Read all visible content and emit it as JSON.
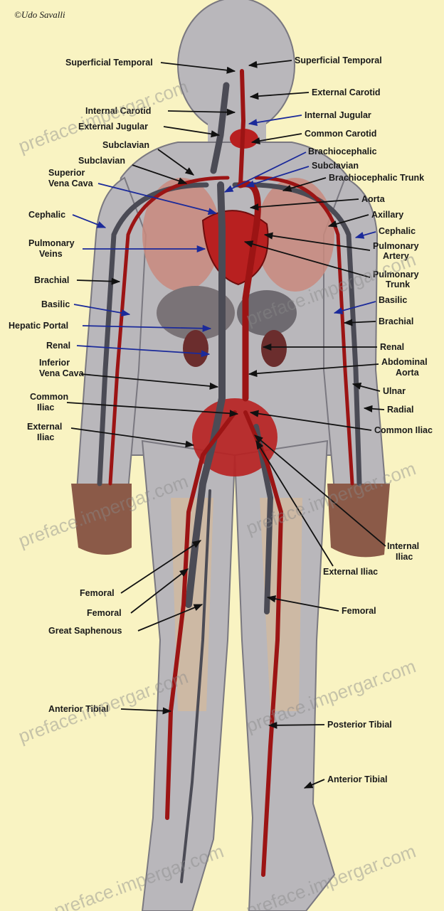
{
  "credit": "©Udo Savalli",
  "watermark": "preface.impergar.com",
  "colors": {
    "background": "#f9f3c2",
    "artery": "#9c1414",
    "vein": "#4b4b55",
    "skin": "#b9b7bb",
    "heart": "#b82020"
  },
  "left_labels": {
    "superficial_temporal": "Superficial Temporal",
    "internal_carotid": "Internal Carotid",
    "external_jugular": "External Jugular",
    "subclavian_1": "Subclavian",
    "subclavian_2": "Subclavian",
    "superior_vena_cava_1": "Superior",
    "superior_vena_cava_2": "Vena Cava",
    "cephalic": "Cephalic",
    "pulmonary_veins_1": "Pulmonary",
    "pulmonary_veins_2": "Veins",
    "brachial": "Brachial",
    "basilic": "Basilic",
    "hepatic_portal": "Hepatic Portal",
    "renal": "Renal",
    "inferior_vena_cava_1": "Inferior",
    "inferior_vena_cava_2": "Vena Cava",
    "common_iliac_1": "Common",
    "common_iliac_2": "Iliac",
    "external_iliac_1": "External",
    "external_iliac_2": "Iliac",
    "femoral_1": "Femoral",
    "femoral_2": "Femoral",
    "great_saphenous": "Great Saphenous",
    "anterior_tibial": "Anterior Tibial"
  },
  "right_labels": {
    "superficial_temporal": "Superficial Temporal",
    "external_carotid": "External Carotid",
    "internal_jugular": "Internal Jugular",
    "common_carotid": "Common Carotid",
    "brachiocephalic": "Brachiocephalic",
    "subclavian": "Subclavian",
    "brachiocephalic_trunk": "Brachiocephalic Trunk",
    "aorta": "Aorta",
    "axillary": "Axillary",
    "cephalic": "Cephalic",
    "pulmonary_artery_1": "Pulmonary",
    "pulmonary_artery_2": "Artery",
    "pulmonary_trunk_1": "Pulmonary",
    "pulmonary_trunk_2": "Trunk",
    "basilic": "Basilic",
    "brachial": "Brachial",
    "renal": "Renal",
    "abdominal_aorta_1": "Abdominal",
    "abdominal_aorta_2": "Aorta",
    "ulnar": "Ulnar",
    "radial": "Radial",
    "common_iliac": "Common Iliac",
    "internal_iliac_1": "Internal",
    "internal_iliac_2": "Iliac",
    "external_iliac": "External Iliac",
    "femoral": "Femoral",
    "posterior_tibial": "Posterior Tibial",
    "anterior_tibial": "Anterior Tibial"
  }
}
